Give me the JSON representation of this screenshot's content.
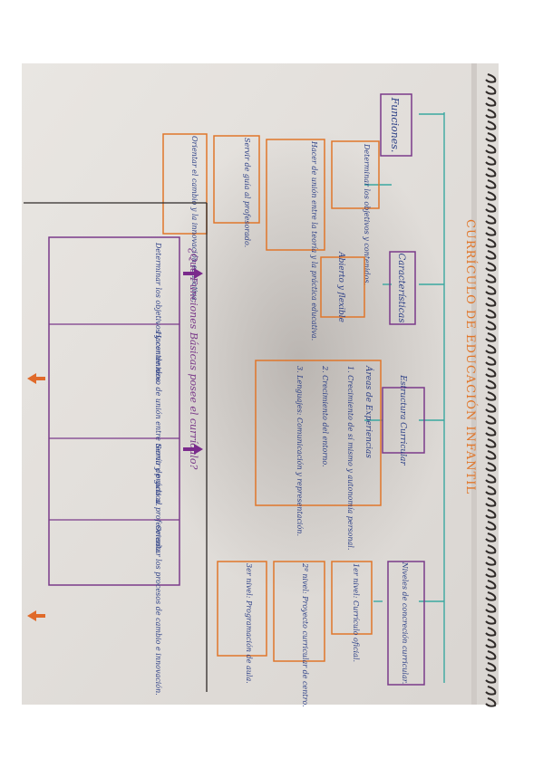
{
  "title": "CURRÍCULO DE EDUCACIÓN INFANTIL",
  "branches": {
    "funciones": {
      "label": "Funciones.",
      "items": [
        "Determinar los objetivos y contenidos.",
        "Hacer de unión entre la teoría y la práctica educativa.",
        "Servir de guía al profesorado.",
        "Orientar el cambio y la innovación educativa."
      ]
    },
    "caracteristicas": {
      "label": "Características",
      "item": "Abierto y flexible"
    },
    "estructura": {
      "label": "Estructura Curricular",
      "heading": "Áreas de Experiencias",
      "items": [
        "1. Crecimiento de sí mismo y autonomía personal.",
        "2. Crecimiento del entorno.",
        "3. Lenguajes: Comunicación y representación."
      ]
    },
    "niveles": {
      "label": "Niveles de concreción curricular.",
      "items": [
        "1er nivel: Currículo oficial.",
        "2º nivel: Proyecto curricular de centro.",
        "3er nivel: Programación de aula."
      ]
    }
  },
  "question": {
    "title": "¿Qué Funciones Básicas posee el currículo?",
    "boxes": [
      "Determinar los objetivos y contenidos.",
      "Hacer de nexo de unión entre teoría y práctica.",
      "Servir de guía al profesorado.",
      "Orientar los procesos de cambio e innovación."
    ]
  }
}
